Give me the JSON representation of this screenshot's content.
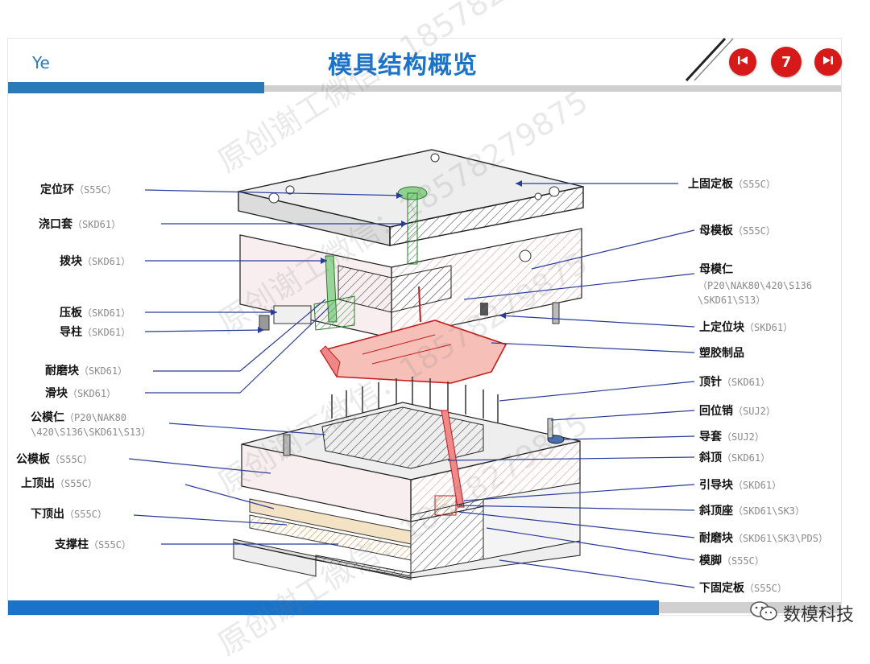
{
  "header": {
    "brand": "Ye",
    "title": "模具结构概览",
    "page_number": "7",
    "prev_icon": "skip-previous-icon",
    "next_icon": "skip-next-icon",
    "accent_color": "#2a7ab8",
    "button_color": "#d61a1a"
  },
  "watermark": {
    "text1": "原创谢工微信：",
    "text2": "18578279875"
  },
  "left_labels": [
    {
      "name": "定位环",
      "mat": "（S55C）"
    },
    {
      "name": "浇口套",
      "mat": "（SKD61）"
    },
    {
      "name": "拨块",
      "mat": "（SKD61）"
    },
    {
      "name": "压板",
      "mat": "（SKD61）"
    },
    {
      "name": "导柱",
      "mat": "（SKD61）"
    },
    {
      "name": "耐磨块",
      "mat": "（SKD61）"
    },
    {
      "name": "滑块",
      "mat": "（SKD61）"
    },
    {
      "name": "公模仁",
      "mat": "（P20\\NAK80",
      "mat2": "\\420\\S136\\SKD61\\S13）"
    },
    {
      "name": "公模板",
      "mat": "（S55C）"
    },
    {
      "name": "上顶出",
      "mat": "（S55C）"
    },
    {
      "name": "下顶出",
      "mat": "（S55C）"
    },
    {
      "name": "支撑柱",
      "mat": "（S55C）"
    }
  ],
  "right_labels": [
    {
      "name": "上固定板",
      "mat": "（S55C）"
    },
    {
      "name": "母模板",
      "mat": "（S55C）"
    },
    {
      "name": "母模仁",
      "mat": "",
      "mat2": "（P20\\NAK80\\420\\S136",
      "mat3": "\\SKD61\\S13）"
    },
    {
      "name": "上定位块",
      "mat": "（SKD61）"
    },
    {
      "name": "塑胶制品",
      "mat": ""
    },
    {
      "name": "顶针",
      "mat": "（SKD61）"
    },
    {
      "name": "回位销",
      "mat": "（SUJ2）"
    },
    {
      "name": "导套",
      "mat": "（SUJ2）"
    },
    {
      "name": "斜顶",
      "mat": "（SKD61）"
    },
    {
      "name": "引导块",
      "mat": "（SKD61）"
    },
    {
      "name": "斜顶座",
      "mat": "（SKD61\\SK3）"
    },
    {
      "name": "耐磨块",
      "mat": "（SKD61\\SK3\\PDS）"
    },
    {
      "name": "模脚",
      "mat": "（S55C）"
    },
    {
      "name": "下固定板",
      "mat": "（S55C）"
    }
  ],
  "footer": {
    "brand": "数模科技",
    "icon": "wechat-icon"
  }
}
